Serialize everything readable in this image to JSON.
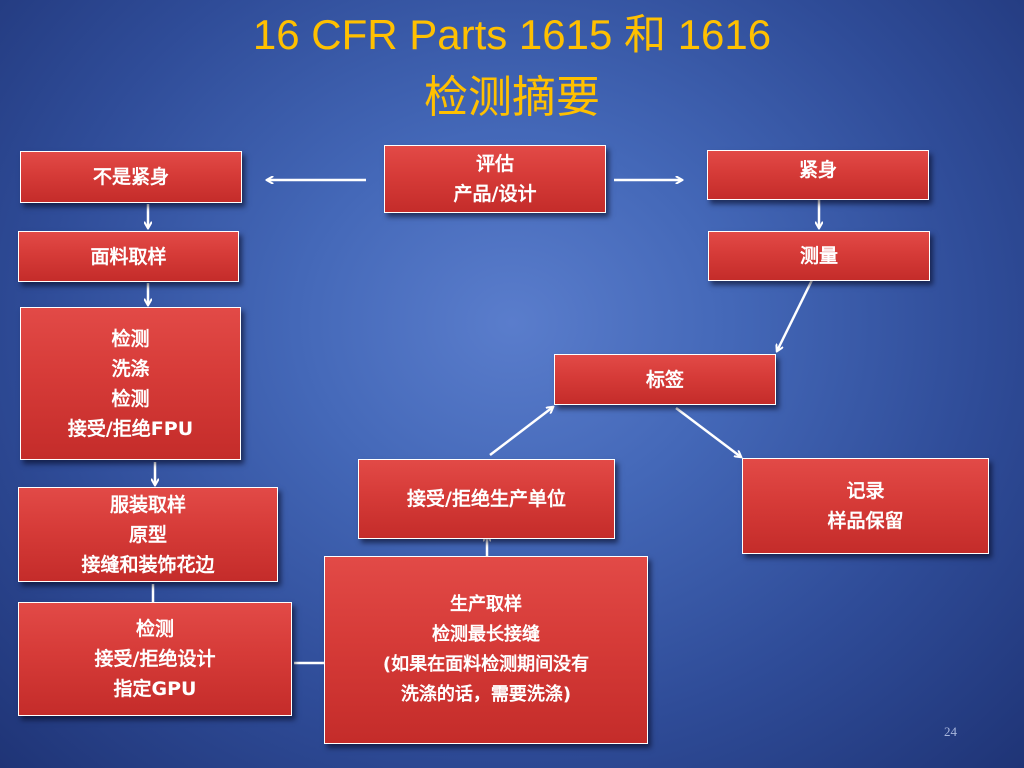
{
  "title": {
    "line1": "16 CFR Parts 1615 和 1616",
    "line2": "检测摘要"
  },
  "nodes": {
    "evaluate": {
      "lines": [
        "评估",
        "产品/设计"
      ]
    },
    "not_tight": {
      "lines": [
        "不是紧身"
      ]
    },
    "tight": {
      "lines": [
        "紧身"
      ]
    },
    "fabric_sampling": {
      "lines": [
        "面料取样"
      ]
    },
    "measure": {
      "lines": [
        "测量"
      ]
    },
    "fabric_test": {
      "lines": [
        "检测",
        "洗涤",
        "检测",
        "接受/拒绝FPU"
      ]
    },
    "label": {
      "lines": [
        "标签"
      ]
    },
    "garment_sampling": {
      "lines": [
        "服装取样",
        "原型",
        "接缝和装饰花边"
      ]
    },
    "accept_reject_unit": {
      "lines": [
        "接受/拒绝生产单位"
      ]
    },
    "record": {
      "lines": [
        "记录",
        "样品保留"
      ]
    },
    "garment_test": {
      "lines": [
        "检测",
        "接受/拒绝设计",
        "指定GPU"
      ]
    },
    "production_sampling": {
      "lines": [
        "生产取样",
        "检测最长接缝",
        "(如果在面料检测期间没有",
        "洗涤的话，需要洗涤)"
      ]
    }
  },
  "page_number": "24",
  "colors": {
    "title": "#ffc000",
    "box_fill": "#d63b38",
    "box_border": "#ffffff",
    "arrow": "#ffffff",
    "background": "#3f5fae"
  }
}
